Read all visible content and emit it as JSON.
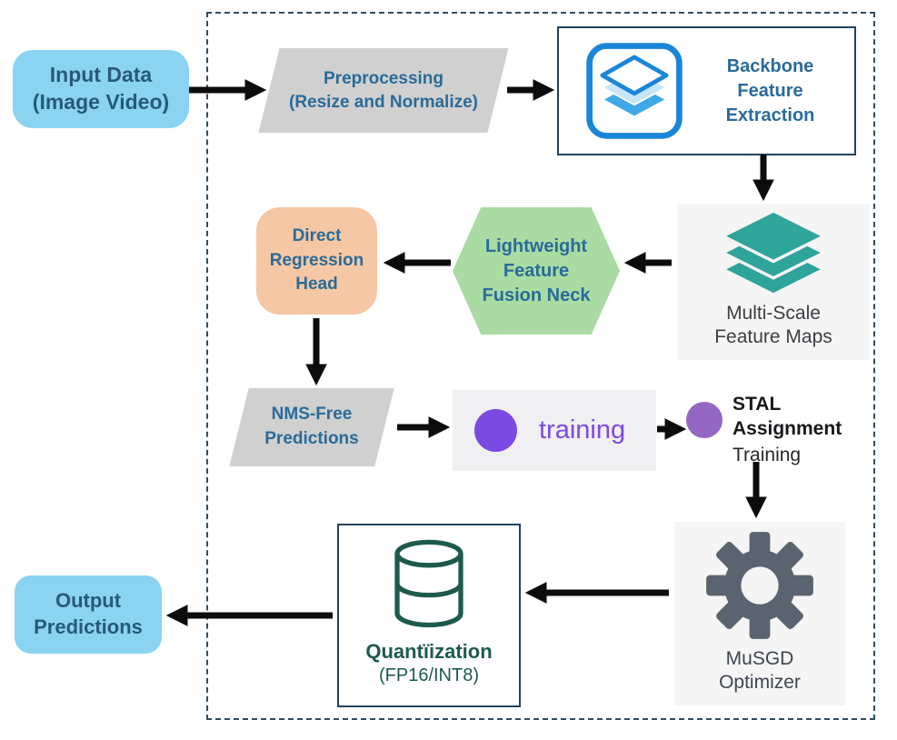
{
  "colors": {
    "cyan": "#8ad4f2",
    "cyan-text": "#275a7a",
    "gray-shape": "#d0d0d0",
    "blue-text": "#2a6b99",
    "navy-border": "#21435f",
    "green-shape": "#a9dba3",
    "peach-shape": "#f6c7a4",
    "teal-icon": "#2fa49b",
    "purple": "#7a4ae2",
    "purple-light": "#9468c2",
    "gear-gray": "#5a6470",
    "dark-green": "#1d5a4c",
    "blue-icon": "#1a86d8",
    "card-gray": "#f5f5f6",
    "arrow-black": "#0c0c0c",
    "dashed-border": "#2e4d63"
  },
  "nodes": {
    "input": {
      "label": "Input Data\n(Image Video)"
    },
    "preprocessing": {
      "label": "Preprocessing\n(Resize and Normalize)"
    },
    "backbone": {
      "label": "Backbone\nFeature\nExtraction",
      "icon": "blue-layers-icon"
    },
    "multiscale": {
      "label": "Multi-Scale\nFeature Maps",
      "icon": "teal-layers-icon"
    },
    "neck": {
      "label": "Lightweight\nFeature\nFusion Neck"
    },
    "head": {
      "label": "Direct\nRegression\nHead"
    },
    "nms": {
      "label": "NMS-Free\nPredictions"
    },
    "training": {
      "label": "training",
      "icon": "purple-circle-icon"
    },
    "stal": {
      "title": "STAL\nAssignment",
      "subtitle": "Training",
      "icon": "small-purple-circle-icon"
    },
    "musgd": {
      "label": "MuSGD\nOptimizer",
      "icon": "gear-icon"
    },
    "quantization": {
      "title": "Quantïization",
      "subtitle": "(FP16/INT8)",
      "icon": "database-icon"
    },
    "output": {
      "label": "Output\nPredictions"
    }
  }
}
